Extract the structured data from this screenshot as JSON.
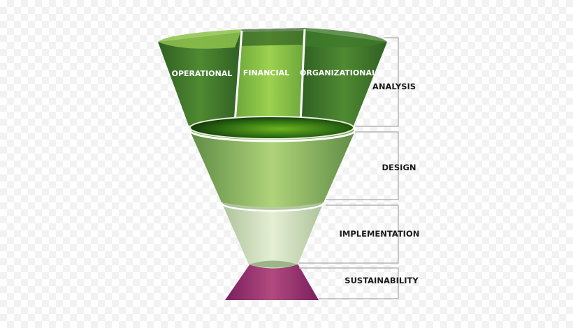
{
  "diagram": {
    "segments": [
      {
        "label": "OPERATIONAL"
      },
      {
        "label": "FINANCIAL"
      },
      {
        "label": "ORGANIZATIONAL"
      }
    ],
    "stages": [
      {
        "label": "ANALYSIS",
        "color": "#3f7a2a"
      },
      {
        "label": "DESIGN",
        "color": "#86ad5e"
      },
      {
        "label": "IMPLEMENTATION",
        "color": "#c8dcb4"
      },
      {
        "label": "SUSTAINABILITY",
        "color": "#8d2f6a"
      }
    ]
  }
}
